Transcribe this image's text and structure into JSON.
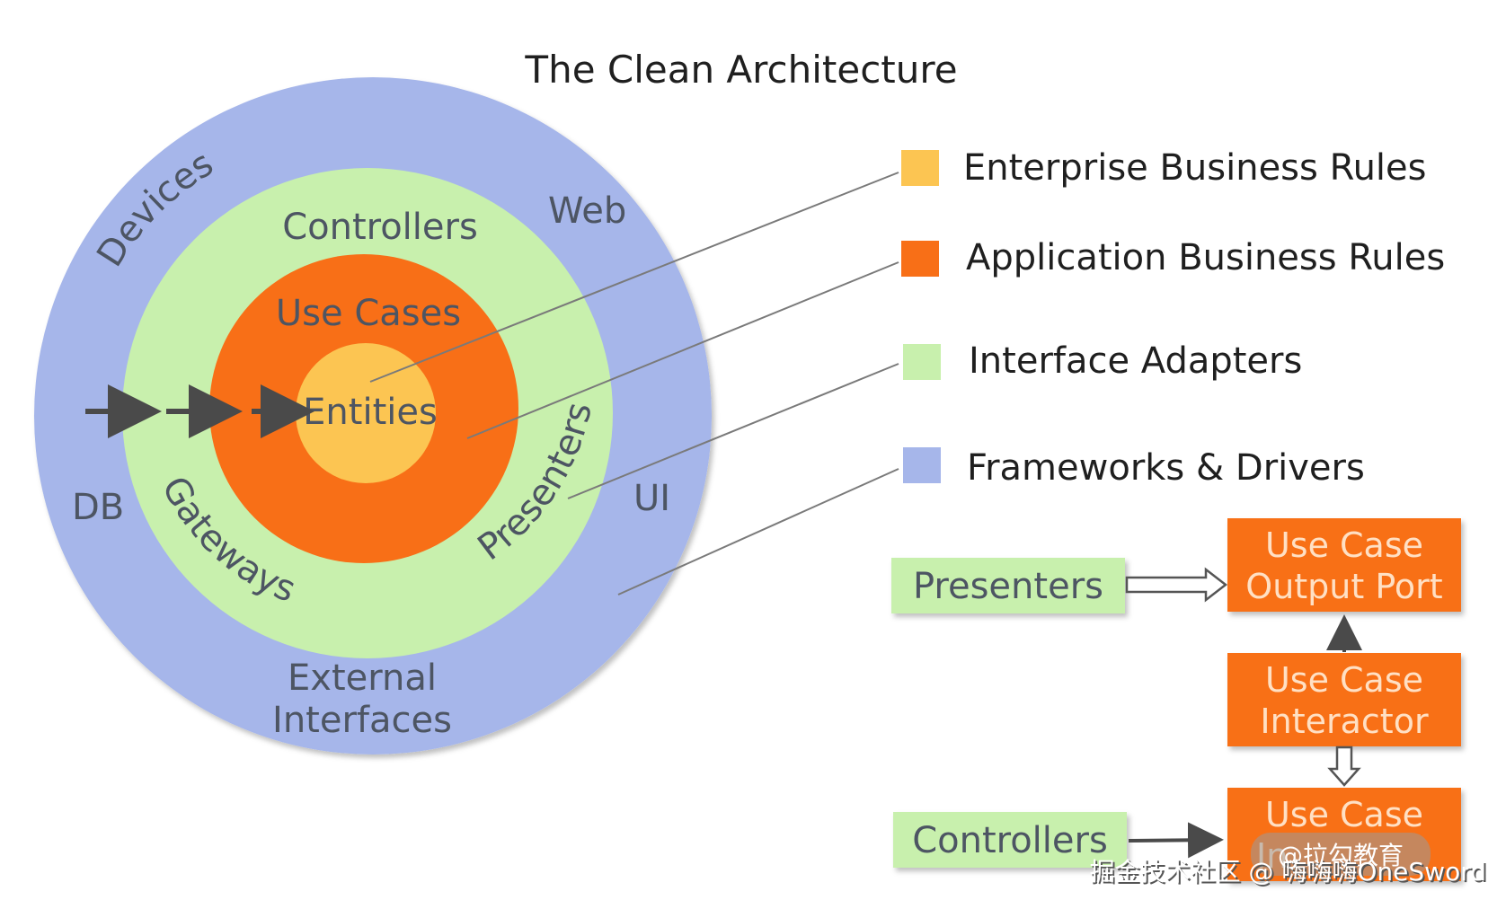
{
  "title": "The Clean Architecture",
  "colors": {
    "enterprise": "#fcc552",
    "application": "#f86f17",
    "interface": "#c8f0ad",
    "frameworks": "#a6b6ea",
    "connector": "#7a7a7a",
    "arrow": "#4a4a4a"
  },
  "rings": {
    "frameworks": {
      "devices": "Devices",
      "web": "Web",
      "db": "DB",
      "ui": "UI",
      "external_line1": "External",
      "external_line2": "Interfaces"
    },
    "interface": {
      "controllers": "Controllers",
      "gateways": "Gateways",
      "presenters": "Presenters"
    },
    "application": {
      "use_cases": "Use Cases"
    },
    "enterprise": {
      "entities": "Entities"
    }
  },
  "legend": [
    {
      "label": "Enterprise Business Rules",
      "color": "#fcc552"
    },
    {
      "label": "Application Business Rules",
      "color": "#f86f17"
    },
    {
      "label": "Interface Adapters",
      "color": "#c8f0ad"
    },
    {
      "label": "Frameworks & Drivers",
      "color": "#a6b6ea"
    }
  ],
  "flow": {
    "presenters": "Presenters",
    "controllers": "Controllers",
    "output_port_line1": "Use Case",
    "output_port_line2": "Output Port",
    "interactor_line1": "Use Case",
    "interactor_line2": "Interactor",
    "input_port_line1": "Use Case",
    "input_port_line2": "In"
  },
  "watermark": {
    "brand": "@拉勾教育",
    "credit": "掘金技术社区 @ 嗨嗨嗨OneSword"
  }
}
